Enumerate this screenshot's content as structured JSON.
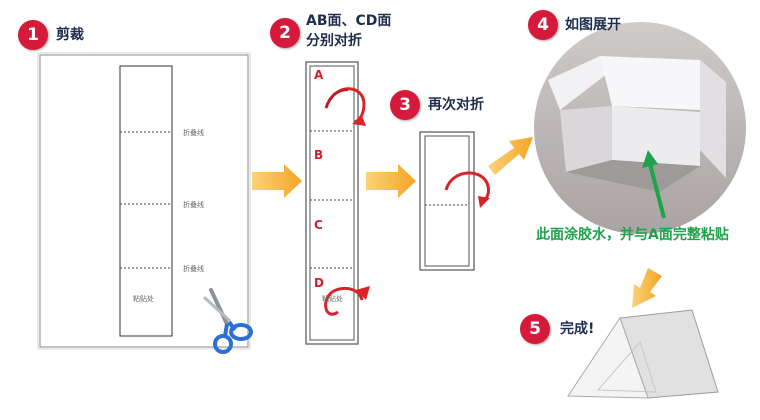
{
  "steps": [
    {
      "number": "1",
      "label": "剪裁"
    },
    {
      "number": "2",
      "label_line1": "AB面、CD面",
      "label_line2": "分别对折"
    },
    {
      "number": "3",
      "label": "再次对折"
    },
    {
      "number": "4",
      "label": "如图展开"
    },
    {
      "number": "5",
      "label": "完成!"
    }
  ],
  "sheet": {
    "fold_labels": [
      "折叠线",
      "折叠线",
      "折叠线"
    ],
    "glue_label": "粘贴处"
  },
  "strip": {
    "letters": [
      "A",
      "B",
      "C",
      "D"
    ],
    "glue_label": "粘贴处"
  },
  "note": "此面涂胶水，并与A面完整粘贴",
  "colors": {
    "badge": "#d61a3c",
    "arrow_orange": "#f7b23e",
    "green": "#1ea24a",
    "red_arrow": "#d8232a"
  }
}
